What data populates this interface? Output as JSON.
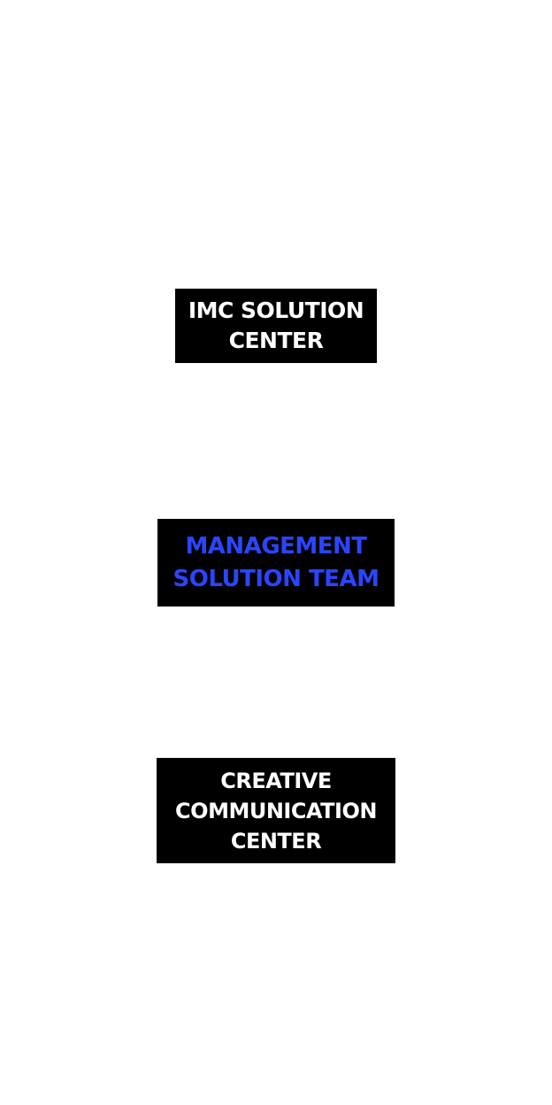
{
  "teams": [
    {
      "lines": [
        "IMC SOLUTION",
        "CENTER"
      ],
      "text_color": "#ffffff",
      "active": false
    },
    {
      "lines": [
        "MANAGEMENT",
        "SOLUTION TEAM"
      ],
      "text_color": "#2b45ff",
      "active": true
    },
    {
      "lines": [
        "CREATIVE",
        "COMMUNICATION",
        "CENTER"
      ],
      "text_color": "#ffffff",
      "active": false
    }
  ],
  "colors": {
    "background": "#ffffff",
    "box": "#000000",
    "text": "#ffffff",
    "active_text": "#2b45ff"
  }
}
